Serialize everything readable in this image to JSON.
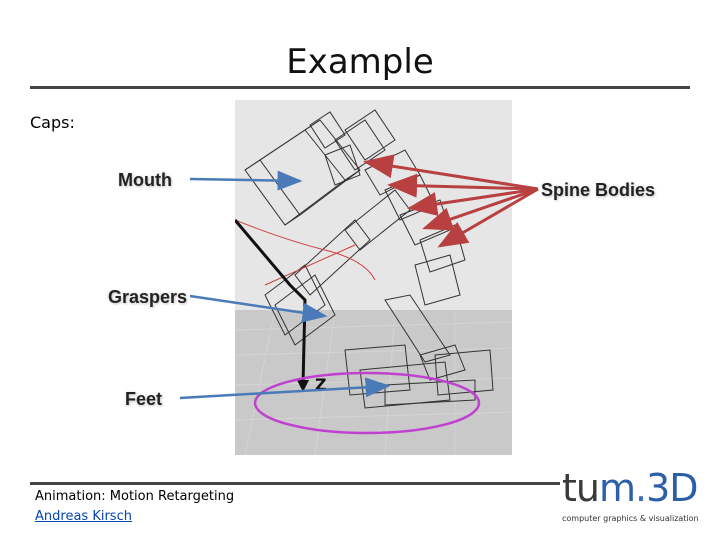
{
  "slide": {
    "title": "Example",
    "caps_label": "Caps:"
  },
  "labels": {
    "mouth": "Mouth",
    "graspers": "Graspers",
    "feet": "Feet",
    "spine_bodies": "Spine Bodies"
  },
  "footer": {
    "course": "Animation: Motion Retargeting",
    "author": "Andreas Kirsch"
  },
  "logo": {
    "main_a": "tu",
    "main_b": "m",
    "main_c": "3D",
    "subtitle": "computer graphics & visualization"
  },
  "colors": {
    "blue_arrow": "#4a7ab8",
    "red_arrow": "#b84040",
    "ring": "#c040d0"
  }
}
